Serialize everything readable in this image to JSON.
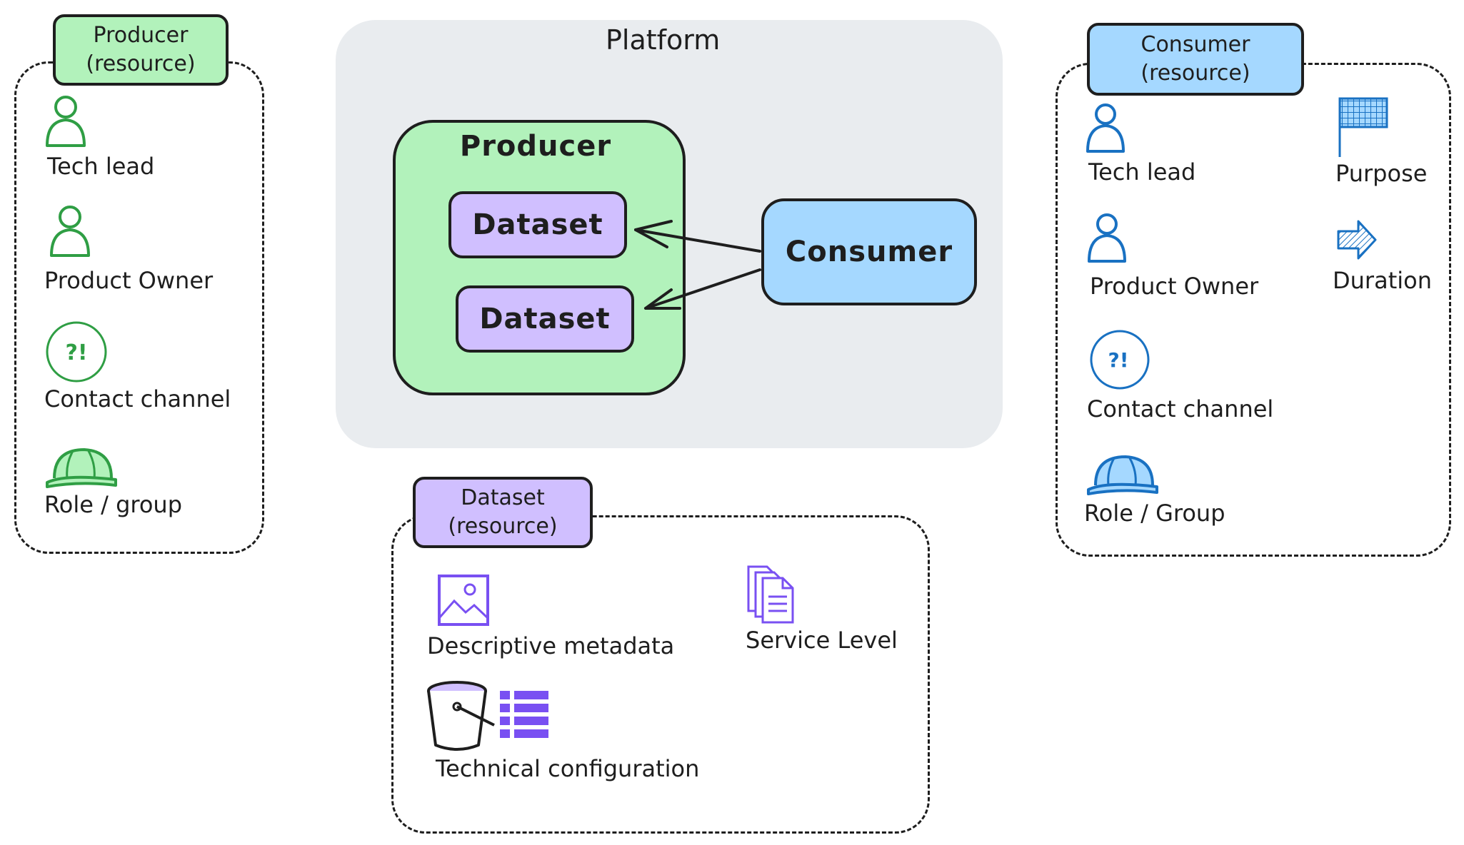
{
  "colors": {
    "producer_fill": "#b2f2bb",
    "consumer_fill": "#a5d8ff",
    "dataset_fill": "#d0bfff",
    "platform_fill": "#e9ecef",
    "green_icon": "#2f9e44",
    "blue_icon": "#1971c2",
    "purple_icon": "#7950f2"
  },
  "producer_resource": {
    "title_line1": "Producer",
    "title_line2": "(resource)",
    "items": [
      {
        "label": "Tech lead",
        "icon": "person-icon"
      },
      {
        "label": "Product Owner",
        "icon": "person-icon"
      },
      {
        "label": "Contact channel",
        "icon": "contact-icon",
        "icon_text": "?!"
      },
      {
        "label": "Role / group",
        "icon": "helmet-icon"
      }
    ]
  },
  "platform": {
    "title": "Platform",
    "producer": {
      "label": "Producer",
      "datasets": [
        "Dataset",
        "Dataset"
      ]
    },
    "consumer": {
      "label": "Consumer"
    }
  },
  "consumer_resource": {
    "title_line1": "Consumer",
    "title_line2": "(resource)",
    "items": [
      {
        "label": "Tech lead",
        "icon": "person-icon"
      },
      {
        "label": "Product Owner",
        "icon": "person-icon"
      },
      {
        "label": "Contact channel",
        "icon": "contact-icon",
        "icon_text": "?!"
      },
      {
        "label": "Role / Group",
        "icon": "helmet-icon"
      },
      {
        "label": "Purpose",
        "icon": "flag-icon"
      },
      {
        "label": "Duration",
        "icon": "arrow-right-icon"
      }
    ]
  },
  "dataset_resource": {
    "title_line1": "Dataset",
    "title_line2": "(resource)",
    "items": [
      {
        "label": "Descriptive metadata",
        "icon": "image-icon"
      },
      {
        "label": "Service Level",
        "icon": "document-icon"
      },
      {
        "label": "Technical configuration",
        "icon": "bucket-icon"
      }
    ]
  }
}
